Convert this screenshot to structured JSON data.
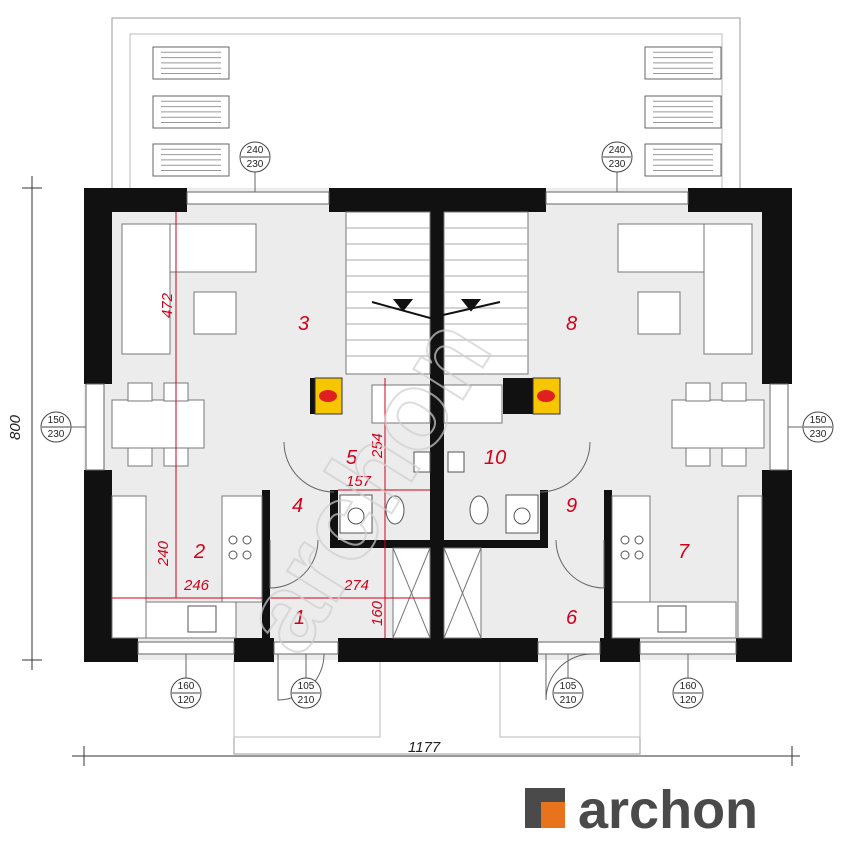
{
  "rooms": [
    "1",
    "2",
    "3",
    "4",
    "5",
    "6",
    "7",
    "8",
    "9",
    "10"
  ],
  "dimensions": {
    "overall_width": "1177",
    "overall_height": "800",
    "d472": "472",
    "d240": "240",
    "d246": "246",
    "d274": "274",
    "d157": "157",
    "d254": "254",
    "d160": "160"
  },
  "openings": {
    "top_left": [
      "240",
      "230"
    ],
    "top_right": [
      "240",
      "230"
    ],
    "side_left": [
      "150",
      "230"
    ],
    "side_right": [
      "150",
      "230"
    ],
    "bottom_left_window": [
      "160",
      "120"
    ],
    "bottom_left_door": [
      "105",
      "210"
    ],
    "bottom_right_door": [
      "105",
      "210"
    ],
    "bottom_right_window": [
      "160",
      "120"
    ]
  },
  "brand": {
    "name": "archon",
    "color_orange": "#e8731c",
    "color_grey": "#4a4a4a"
  },
  "colors": {
    "dim_red": "#d0021b",
    "wall": "#111111",
    "fireplace": "#f7c600"
  },
  "watermark": "archon",
  "icons": [
    "fireplace-icon",
    "sofa-icon",
    "toilet-icon",
    "sink-icon",
    "stove-icon",
    "staircase-icon"
  ]
}
